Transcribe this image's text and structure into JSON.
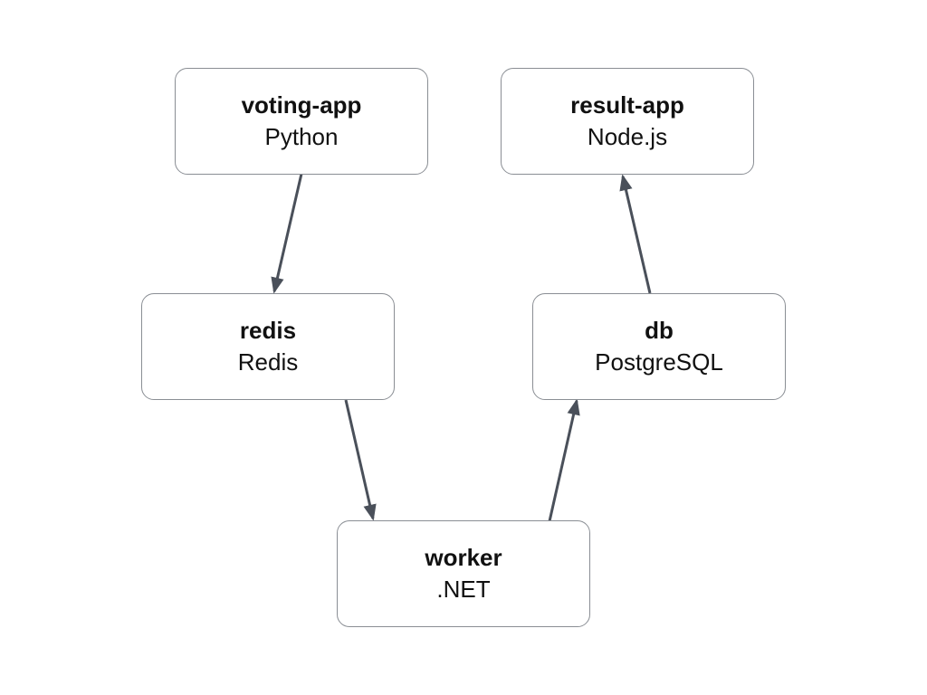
{
  "diagram": {
    "type": "architecture-flow",
    "nodes": [
      {
        "id": "voting-app",
        "title": "voting-app",
        "subtitle": "Python"
      },
      {
        "id": "result-app",
        "title": "result-app",
        "subtitle": "Node.js"
      },
      {
        "id": "redis",
        "title": "redis",
        "subtitle": "Redis"
      },
      {
        "id": "db",
        "title": "db",
        "subtitle": "PostgreSQL"
      },
      {
        "id": "worker",
        "title": "worker",
        "subtitle": ".NET"
      }
    ],
    "edges": [
      {
        "from": "voting-app",
        "to": "redis"
      },
      {
        "from": "redis",
        "to": "worker"
      },
      {
        "from": "worker",
        "to": "db"
      },
      {
        "from": "db",
        "to": "result-app"
      }
    ],
    "colors": {
      "background": "#ffffff",
      "node_fill": "#ffffff",
      "node_border": "#8a8e94",
      "arrow": "#4a505a",
      "text": "#111111"
    }
  }
}
